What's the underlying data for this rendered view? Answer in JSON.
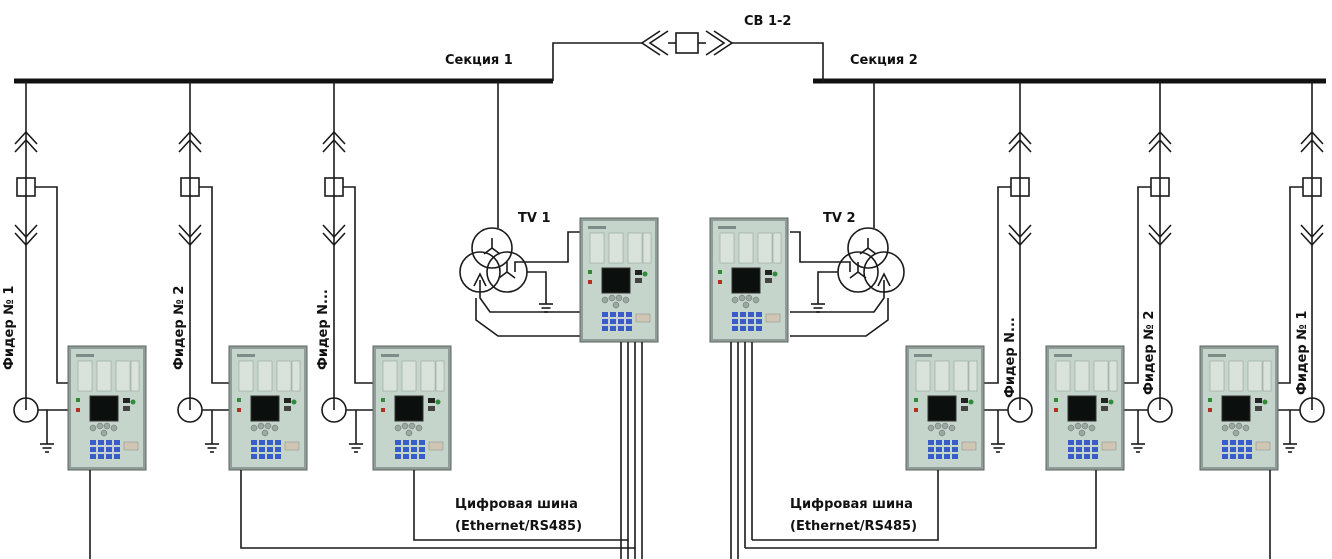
{
  "coupler": {
    "label": "СВ 1-2"
  },
  "sections": [
    {
      "label": "Секция 1"
    },
    {
      "label": "Секция 2"
    }
  ],
  "transformers": [
    {
      "label": "TV 1"
    },
    {
      "label": "TV 2"
    }
  ],
  "feeders_left": [
    {
      "label": "Фидер № 1"
    },
    {
      "label": "Фидер № 2"
    },
    {
      "label": "Фидер N..."
    }
  ],
  "feeders_right": [
    {
      "label": "Фидер N..."
    },
    {
      "label": "Фидер № 2"
    },
    {
      "label": "Фидер № 1"
    }
  ],
  "buses": [
    {
      "line1": "Цифровая шина",
      "line2": "(Ethernet/RS485)"
    },
    {
      "line1": "Цифровая шина",
      "line2": "(Ethernet/RS485)"
    }
  ],
  "colors": {
    "relay_panel": "#bfd0c4",
    "relay_frame": "#7d8c87",
    "relay_screen": "#0b0f0e",
    "relay_key": "#3a5cc8"
  }
}
